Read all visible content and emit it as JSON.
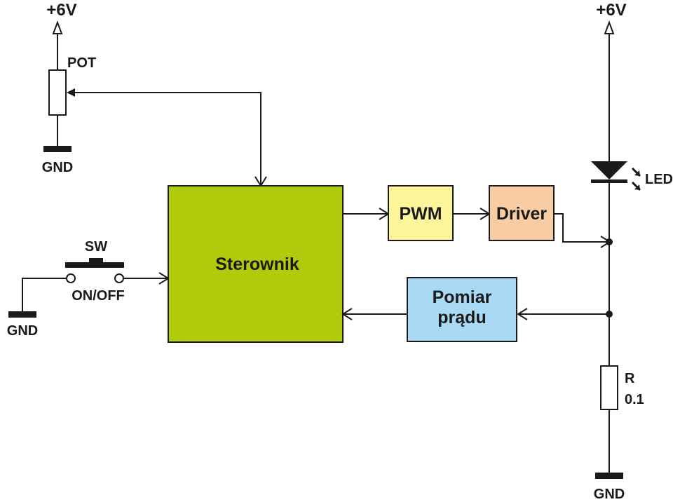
{
  "supply": {
    "left_label": "+6V",
    "right_label": "+6V"
  },
  "ground": {
    "pot_label": "GND",
    "switch_label": "GND",
    "resistor_label": "GND"
  },
  "pot": {
    "label": "POT"
  },
  "switch": {
    "name": "SW",
    "state_label": "ON/OFF"
  },
  "led": {
    "label": "LED"
  },
  "resistor": {
    "name": "R",
    "value": "0.1"
  },
  "blocks": {
    "controller": {
      "label": "Sterownik",
      "color": "#b2ca0c"
    },
    "pwm": {
      "label": "PWM",
      "color": "#fdf59a"
    },
    "driver": {
      "label": "Driver",
      "color": "#f8cda4"
    },
    "current_meas": {
      "line1": "Pomiar",
      "line2": "prądu",
      "color": "#a8daf5"
    }
  }
}
